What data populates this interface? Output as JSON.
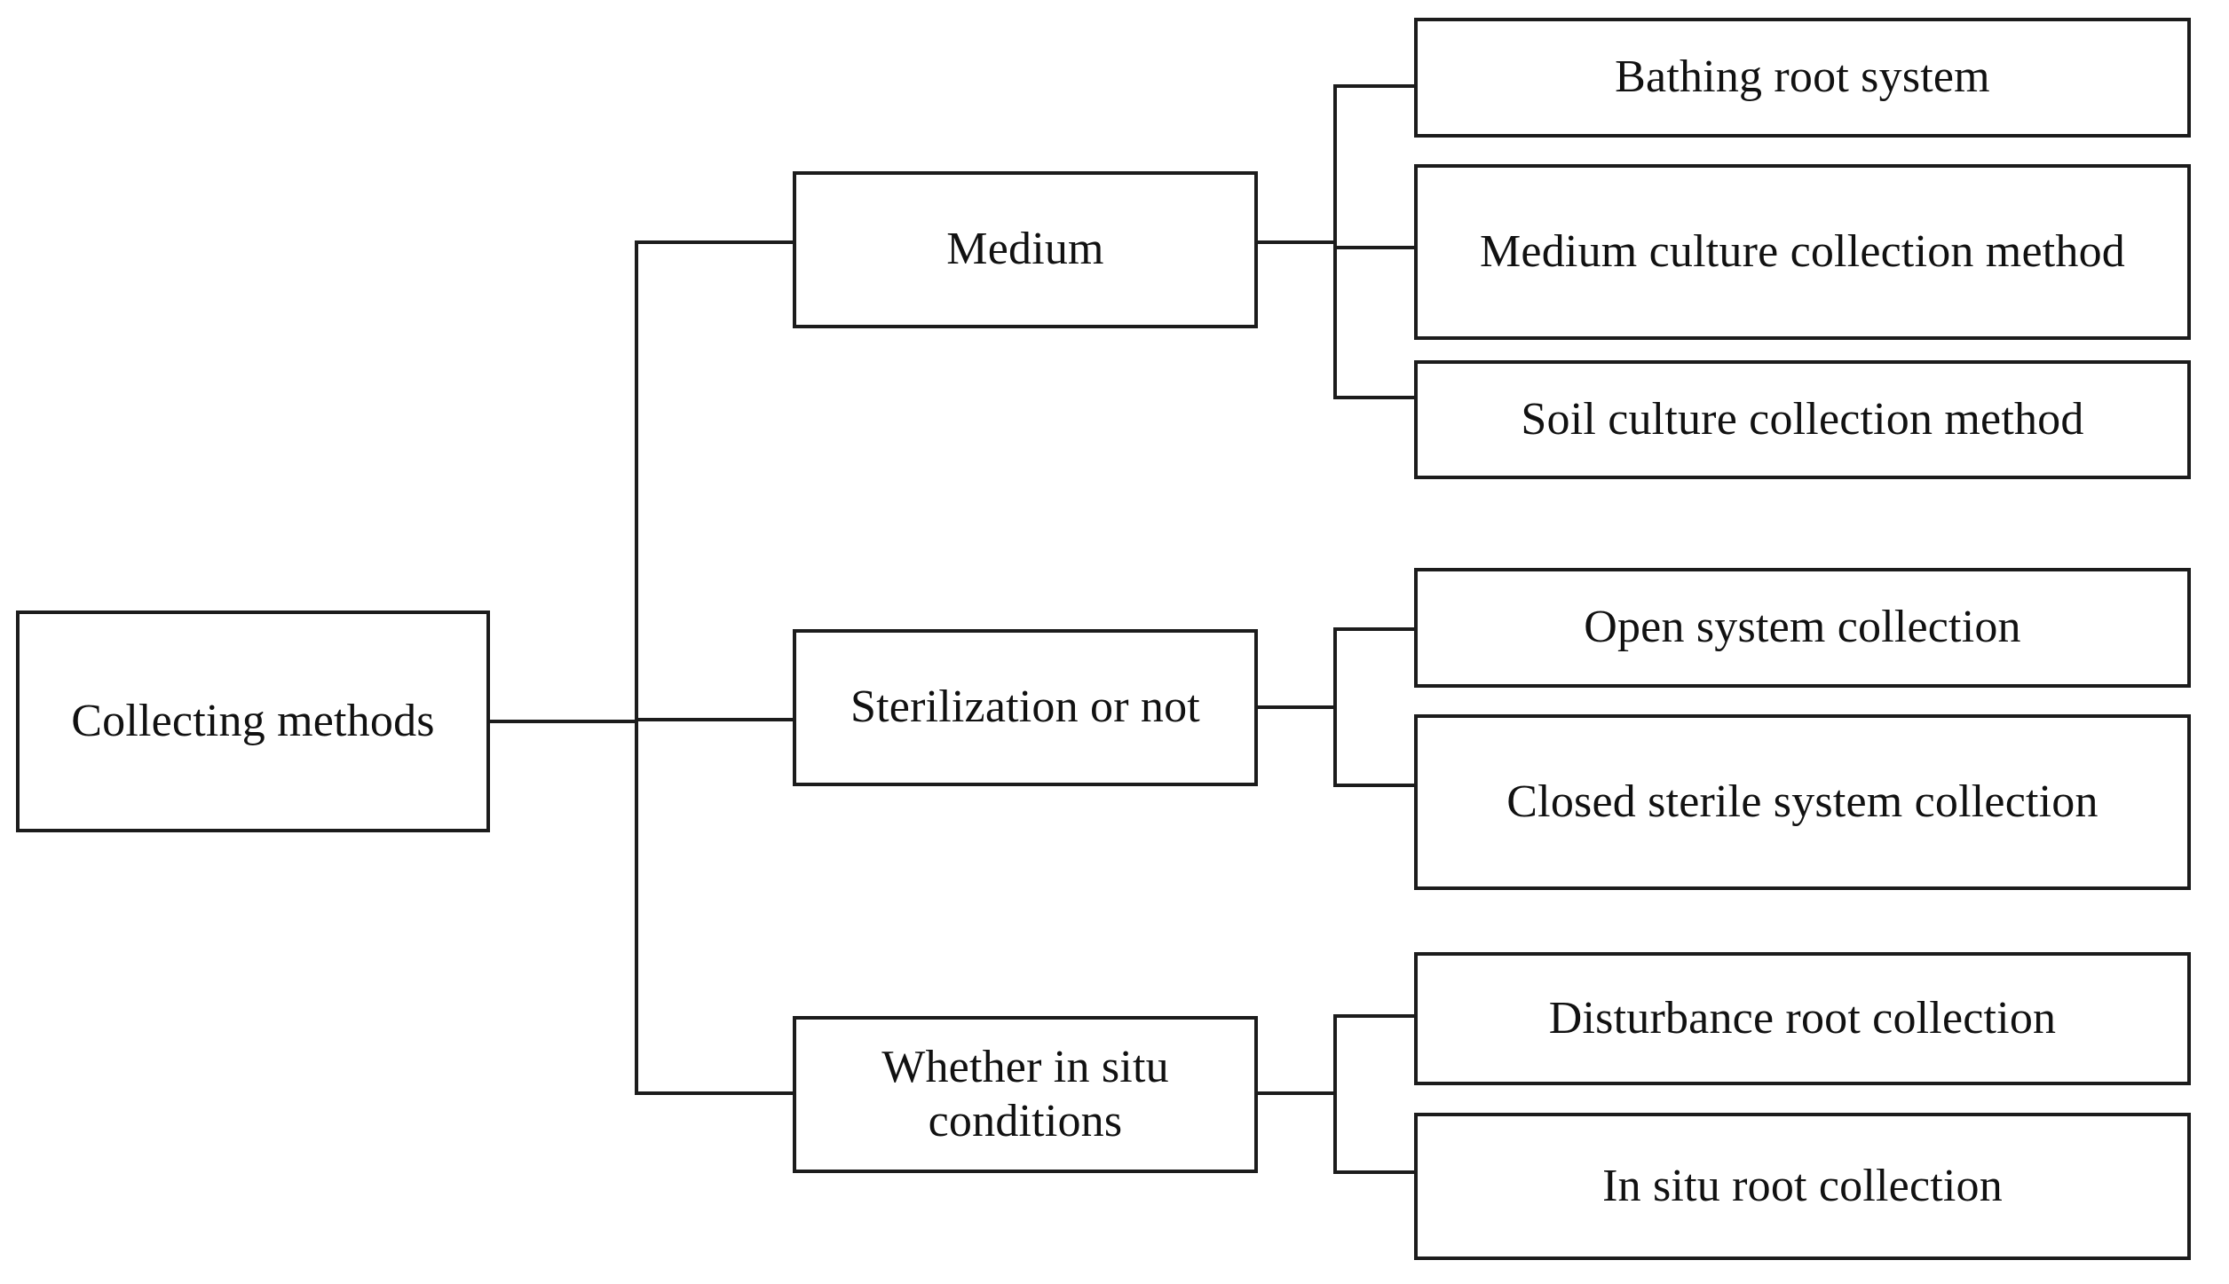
{
  "diagram": {
    "type": "tree",
    "orientation": "left-to-right",
    "title": "Collecting methods",
    "colors": {
      "stroke": "#1c1c1c",
      "fill": "#ffffff",
      "text": "#111111"
    },
    "root": {
      "label": "Collecting methods"
    },
    "branches": [
      {
        "label": "Medium",
        "children": [
          {
            "label": "Bathing root system"
          },
          {
            "label": "Medium culture collection method"
          },
          {
            "label": "Soil culture collection method"
          }
        ]
      },
      {
        "label": "Sterilization or not",
        "children": [
          {
            "label": "Open system collection"
          },
          {
            "label": "Closed sterile system collection"
          }
        ]
      },
      {
        "label": "Whether in situ conditions",
        "children": [
          {
            "label": "Disturbance root collection"
          },
          {
            "label": "In situ root collection"
          }
        ]
      }
    ]
  }
}
